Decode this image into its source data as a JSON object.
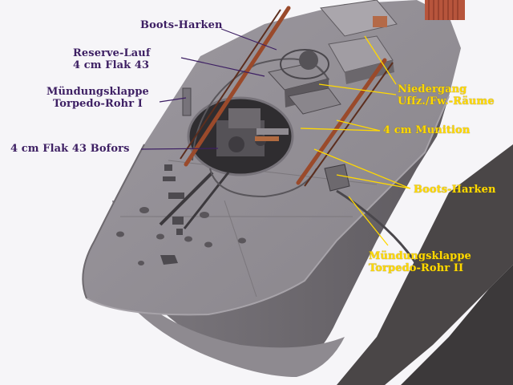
{
  "colors": {
    "background": "#f6f5f8",
    "hull": "#8f8b91",
    "shadow": "#3f3c3d",
    "wood_rail": "#9a4a2b",
    "label_purple": "#3d1f63",
    "label_yellow": "#ffd800"
  },
  "labels": {
    "boots_harken_top": "Boots-Harken",
    "reserve_lauf_line1": "Reserve-Lauf",
    "reserve_lauf_line2": "4 cm Flak 43",
    "muendungsklappe_1_line1": "Mündungsklappe",
    "muendungsklappe_1_line2": "Torpedo-Rohr I",
    "flak_bofors": "4 cm Flak 43 Bofors",
    "niedergang_line1": "Niedergang",
    "niedergang_line2": "Uffz./Fw.-Räume",
    "munition": "4 cm Munition",
    "boots_harken_right": "Boots-Harken",
    "muendungsklappe_2_line1": "Mündungsklappe",
    "muendungsklappe_2_line2": "Torpedo-Rohr II"
  }
}
